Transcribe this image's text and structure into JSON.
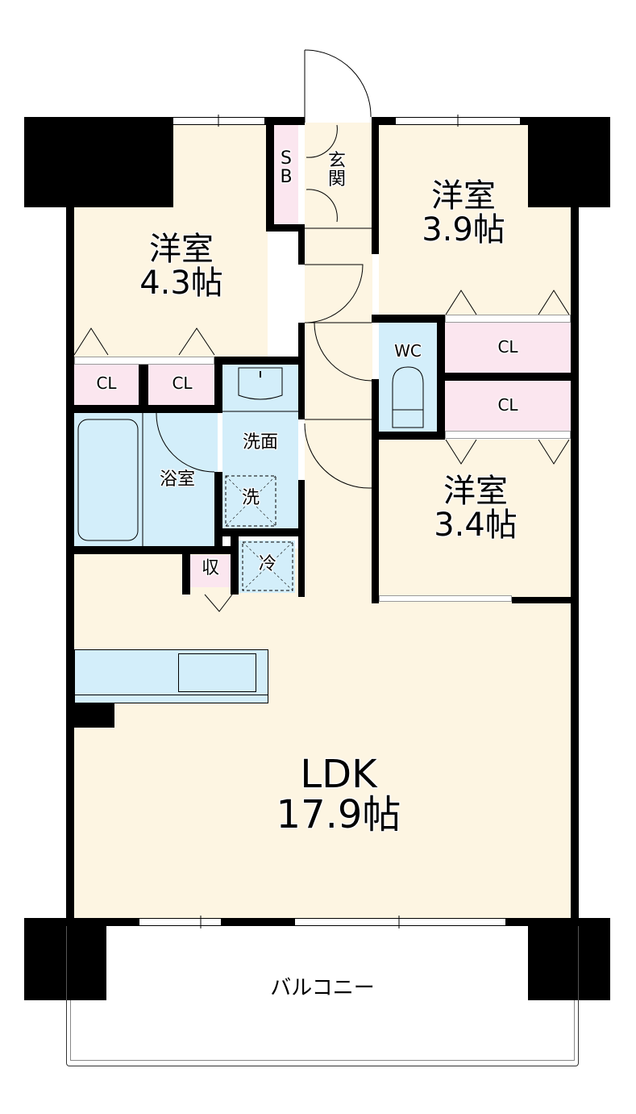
{
  "rooms": {
    "western_room_1": {
      "name": "洋室",
      "size": "4.3帖"
    },
    "western_room_2": {
      "name": "洋室",
      "size": "3.9帖"
    },
    "western_room_3": {
      "name": "洋室",
      "size": "3.4帖"
    },
    "ldk": {
      "name": "LDK",
      "size": "17.9帖"
    },
    "entrance": {
      "name": "玄関",
      "char1": "玄",
      "char2": "関"
    },
    "shoe_box": {
      "char1": "S",
      "char2": "B"
    },
    "toilet": {
      "name": "WC"
    },
    "bathroom": {
      "name": "浴室"
    },
    "washroom": {
      "name": "洗面"
    },
    "washer": {
      "name": "洗"
    },
    "fridge": {
      "name": "冷"
    },
    "storage": {
      "name": "収"
    },
    "balcony": {
      "name": "バルコニー"
    }
  },
  "closets": [
    {
      "label": "CL"
    },
    {
      "label": "CL"
    },
    {
      "label": "CL"
    },
    {
      "label": "CL"
    }
  ],
  "colors": {
    "floor": "#fdf5e2",
    "wet_area": "#d3eefa",
    "closet": "#fbe6ef",
    "wall": "#000000"
  }
}
